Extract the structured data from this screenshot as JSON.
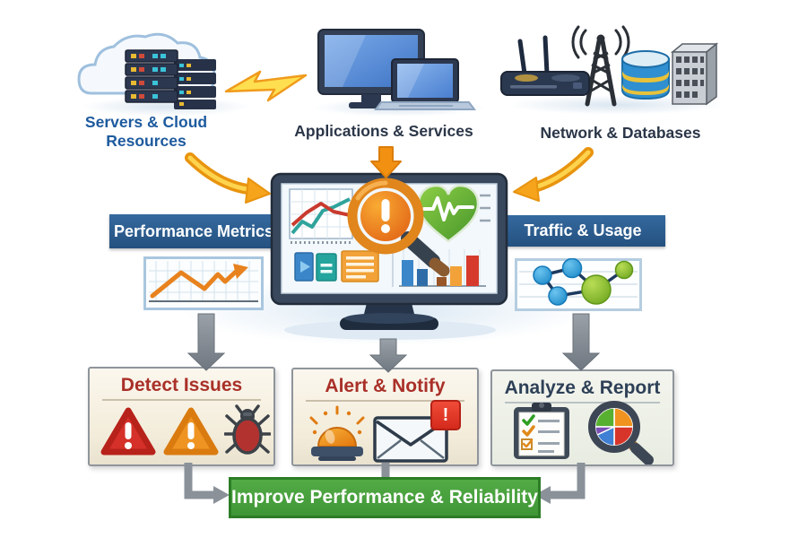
{
  "sources": [
    {
      "label": "Servers & Cloud Resources",
      "icon": "cloud-servers-icon"
    },
    {
      "label": "Applications & Services",
      "icon": "desktop-laptop-icon"
    },
    {
      "label": "Network & Databases",
      "icon": "router-tower-database-icon"
    }
  ],
  "banners": {
    "performance": "Performance Metrics",
    "traffic": "Traffic & Usage"
  },
  "monitor": {
    "widgets": [
      "line-chart",
      "alert-magnifier",
      "health-heart",
      "stat-cards",
      "bar-chart"
    ]
  },
  "outcomes": [
    {
      "title": "Detect Issues",
      "icons": [
        "warning-triangle-red-icon",
        "warning-triangle-orange-icon",
        "bug-icon"
      ]
    },
    {
      "title": "Alert & Notify",
      "badge": "!",
      "icons": [
        "siren-icon",
        "envelope-icon",
        "alert-badge"
      ]
    },
    {
      "title": "Analyze & Report",
      "icons": [
        "checklist-icon",
        "pie-magnifier-icon"
      ]
    }
  ],
  "footer": {
    "label": "Improve Performance & Reliability"
  },
  "colors": {
    "banner_blue": "#2b5f98",
    "source_label_blue": "#1d5a9e",
    "source_label_dark": "#2b3648",
    "outcome_title_red": "#a93028",
    "outcome_title_navy": "#2e4057",
    "footer_green": "#45a13d",
    "footer_border_green": "#2c7d26",
    "arrow_gray": "#8a9199",
    "arrow_yellow": "#f7a41d"
  }
}
